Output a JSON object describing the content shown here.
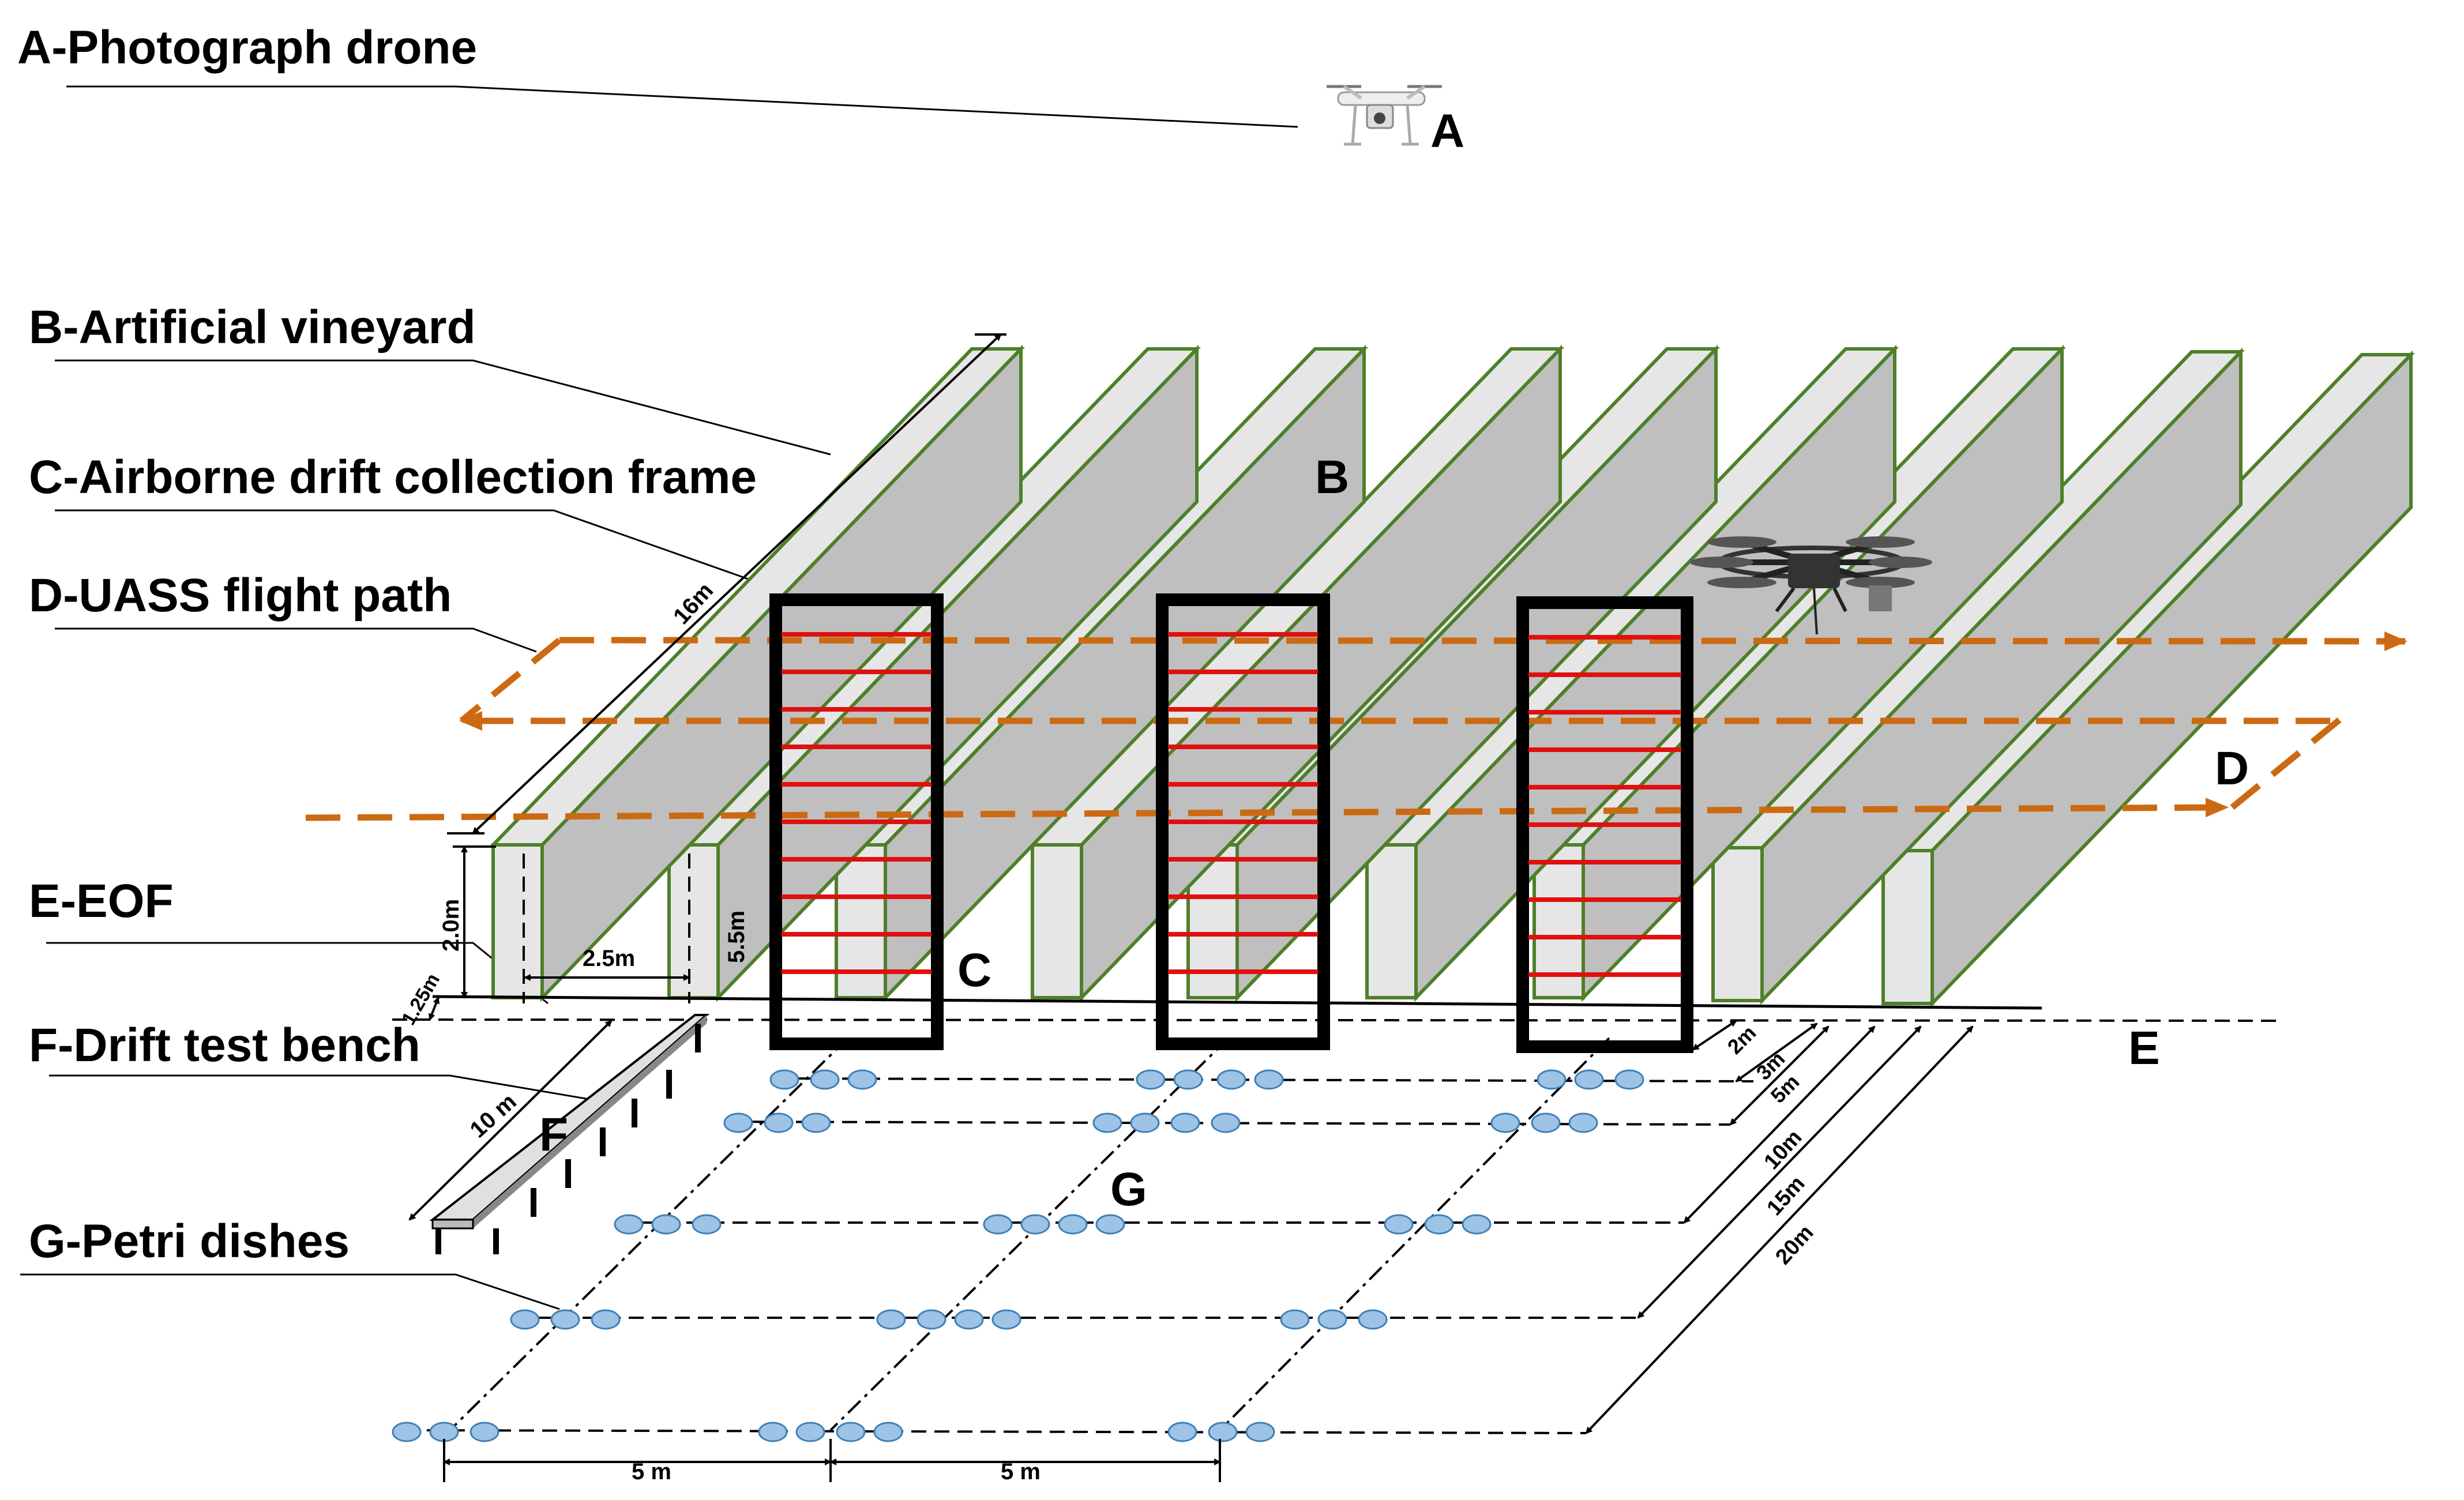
{
  "legend": {
    "a": "A-Photograph drone",
    "b": "B-Artificial vineyard",
    "c": "C-Airborne drift collection frame",
    "d": "D-UASS flight path",
    "e": "E-EOF",
    "f": "F-Drift test bench",
    "g": "G-Petri dishes"
  },
  "markers": {
    "a": "A",
    "b": "B",
    "c": "C",
    "d": "D",
    "e": "E",
    "f": "F",
    "g": "G"
  },
  "dimensions": {
    "row_length": "16m",
    "row_height": "2.0m",
    "row_spacing": "2.5m",
    "frame_height": "5.5m",
    "eof_offset": "1.25m",
    "bench_length": "10 m",
    "dish_spacing_left": "5 m",
    "dish_spacing_right": "5 m",
    "dist_2": "2m",
    "dist_3": "3m",
    "dist_5": "5m",
    "dist_10": "10m",
    "dist_15": "15m",
    "dist_20": "20m"
  },
  "colors": {
    "wall_outline": "#4f7f2a",
    "wall_side": "#bfbfbf",
    "flight_path": "#cc6a13",
    "frame_bar": "#e0100f",
    "dish_fill": "#9dc3e6"
  },
  "icons": {
    "photo_drone": "quadcopter-icon",
    "spray_drone": "hexacopter-icon"
  }
}
